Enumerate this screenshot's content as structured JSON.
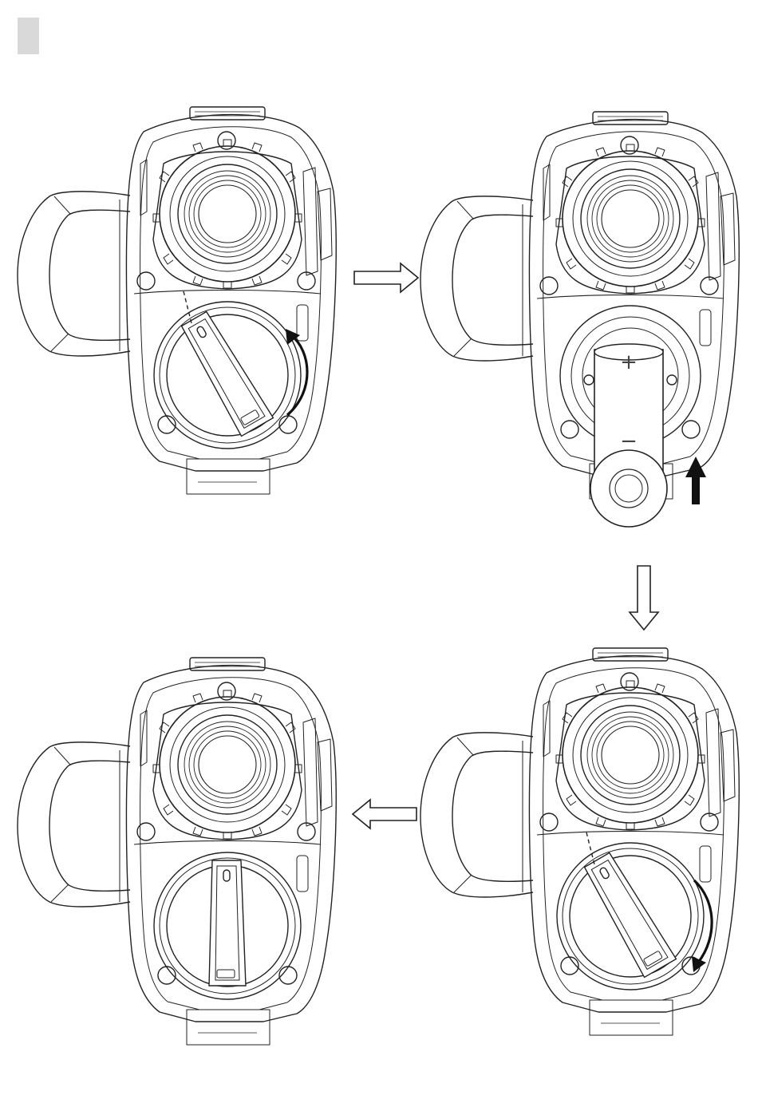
{
  "colors": {
    "line": "#222222",
    "fill": "#ffffff",
    "marker": "#d9d9d9",
    "arrow_solid": "#111111"
  },
  "steps": [
    {
      "id": "step-1",
      "cover": "unlocked",
      "rotation_arrow": "counterclockwise",
      "battery": "absent"
    },
    {
      "id": "step-2",
      "cover": "removed",
      "battery": "inserted",
      "insert_arrow": "up"
    },
    {
      "id": "step-3",
      "cover": "unlocked",
      "rotation_arrow": "clockwise",
      "battery": "inside"
    },
    {
      "id": "step-4",
      "cover": "locked",
      "battery": "inside"
    }
  ],
  "battery": {
    "positive_mark": "+",
    "negative_mark": "−"
  },
  "flow_arrows": [
    "right",
    "down",
    "left"
  ],
  "icons": [
    "thermal-monocular-device-icon",
    "battery-icon",
    "rotation-arrow-icon",
    "flow-arrow-icon"
  ]
}
